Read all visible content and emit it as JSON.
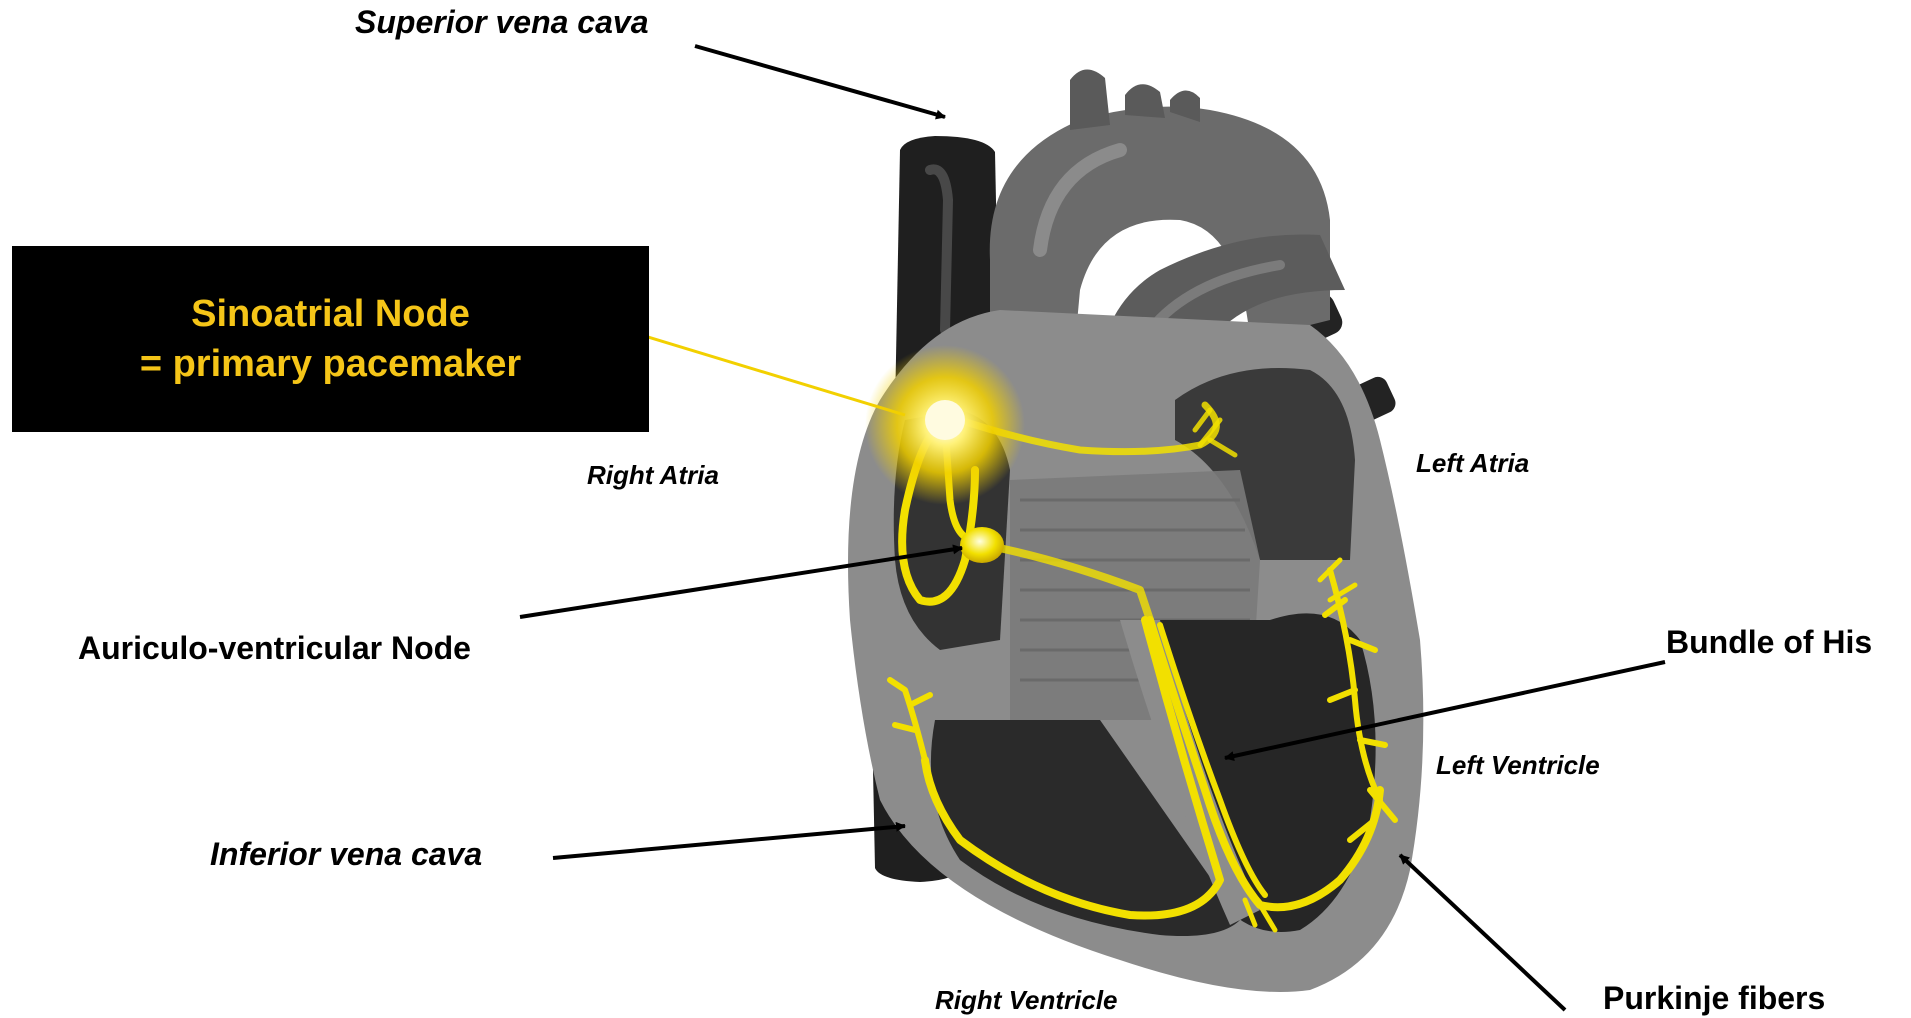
{
  "labels": {
    "superior_vena_cava": "Superior vena cava",
    "sa_node_line1": "Sinoatrial Node",
    "sa_node_line2": "= primary pacemaker",
    "right_atria": "Right Atria",
    "left_atria": "Left Atria",
    "av_node": "Auriculo-ventricular Node",
    "bundle_of_his": "Bundle of His",
    "left_ventricle": "Left Ventricle",
    "inferior_vena_cava": "Inferior vena cava",
    "right_ventricle": "Right Ventricle",
    "purkinje_fibers": "Purkinje fibers"
  },
  "colors": {
    "background": "#ffffff",
    "callout_box": "#000000",
    "callout_text": "#f5c518",
    "conduction_path": "#f2e000",
    "heart_dark": "#2a2a2a",
    "heart_mid": "#555555",
    "heart_wall": "#8c8c8c",
    "arrow": "#000000"
  }
}
